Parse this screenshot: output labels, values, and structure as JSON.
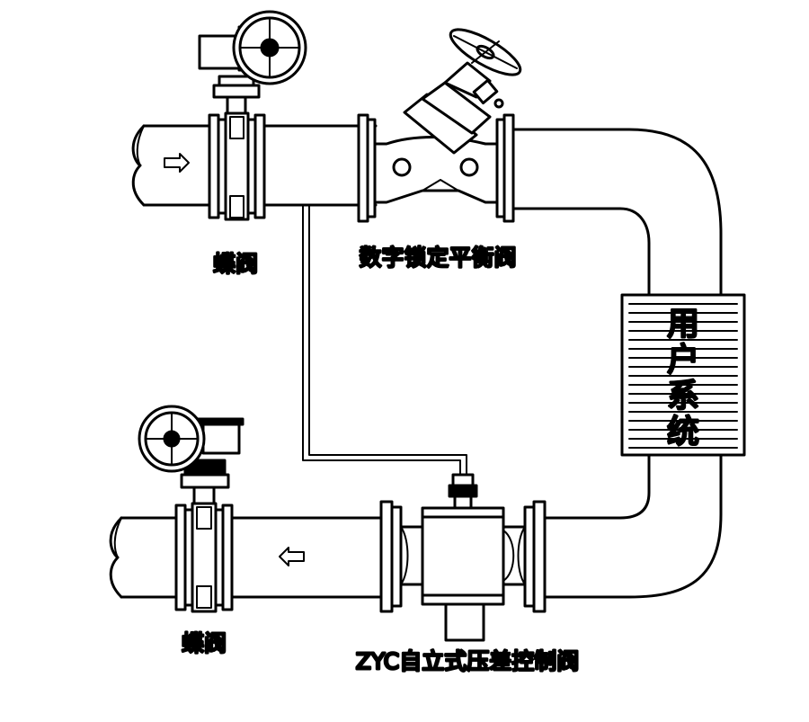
{
  "labels": {
    "butterfly_valve_top": "蝶阀",
    "balance_valve": "数字锁定平衡阀",
    "butterfly_valve_bottom": "蝶阀",
    "pressure_diff_valve": "ZYC自立式压差控制阀",
    "user_system": [
      "用",
      "户",
      "系",
      "统"
    ]
  },
  "flow_arrows": {
    "supply": "right",
    "return": "left"
  },
  "colors": {
    "line": "#000000",
    "fill": "#ffffff",
    "solid": "#000000"
  }
}
